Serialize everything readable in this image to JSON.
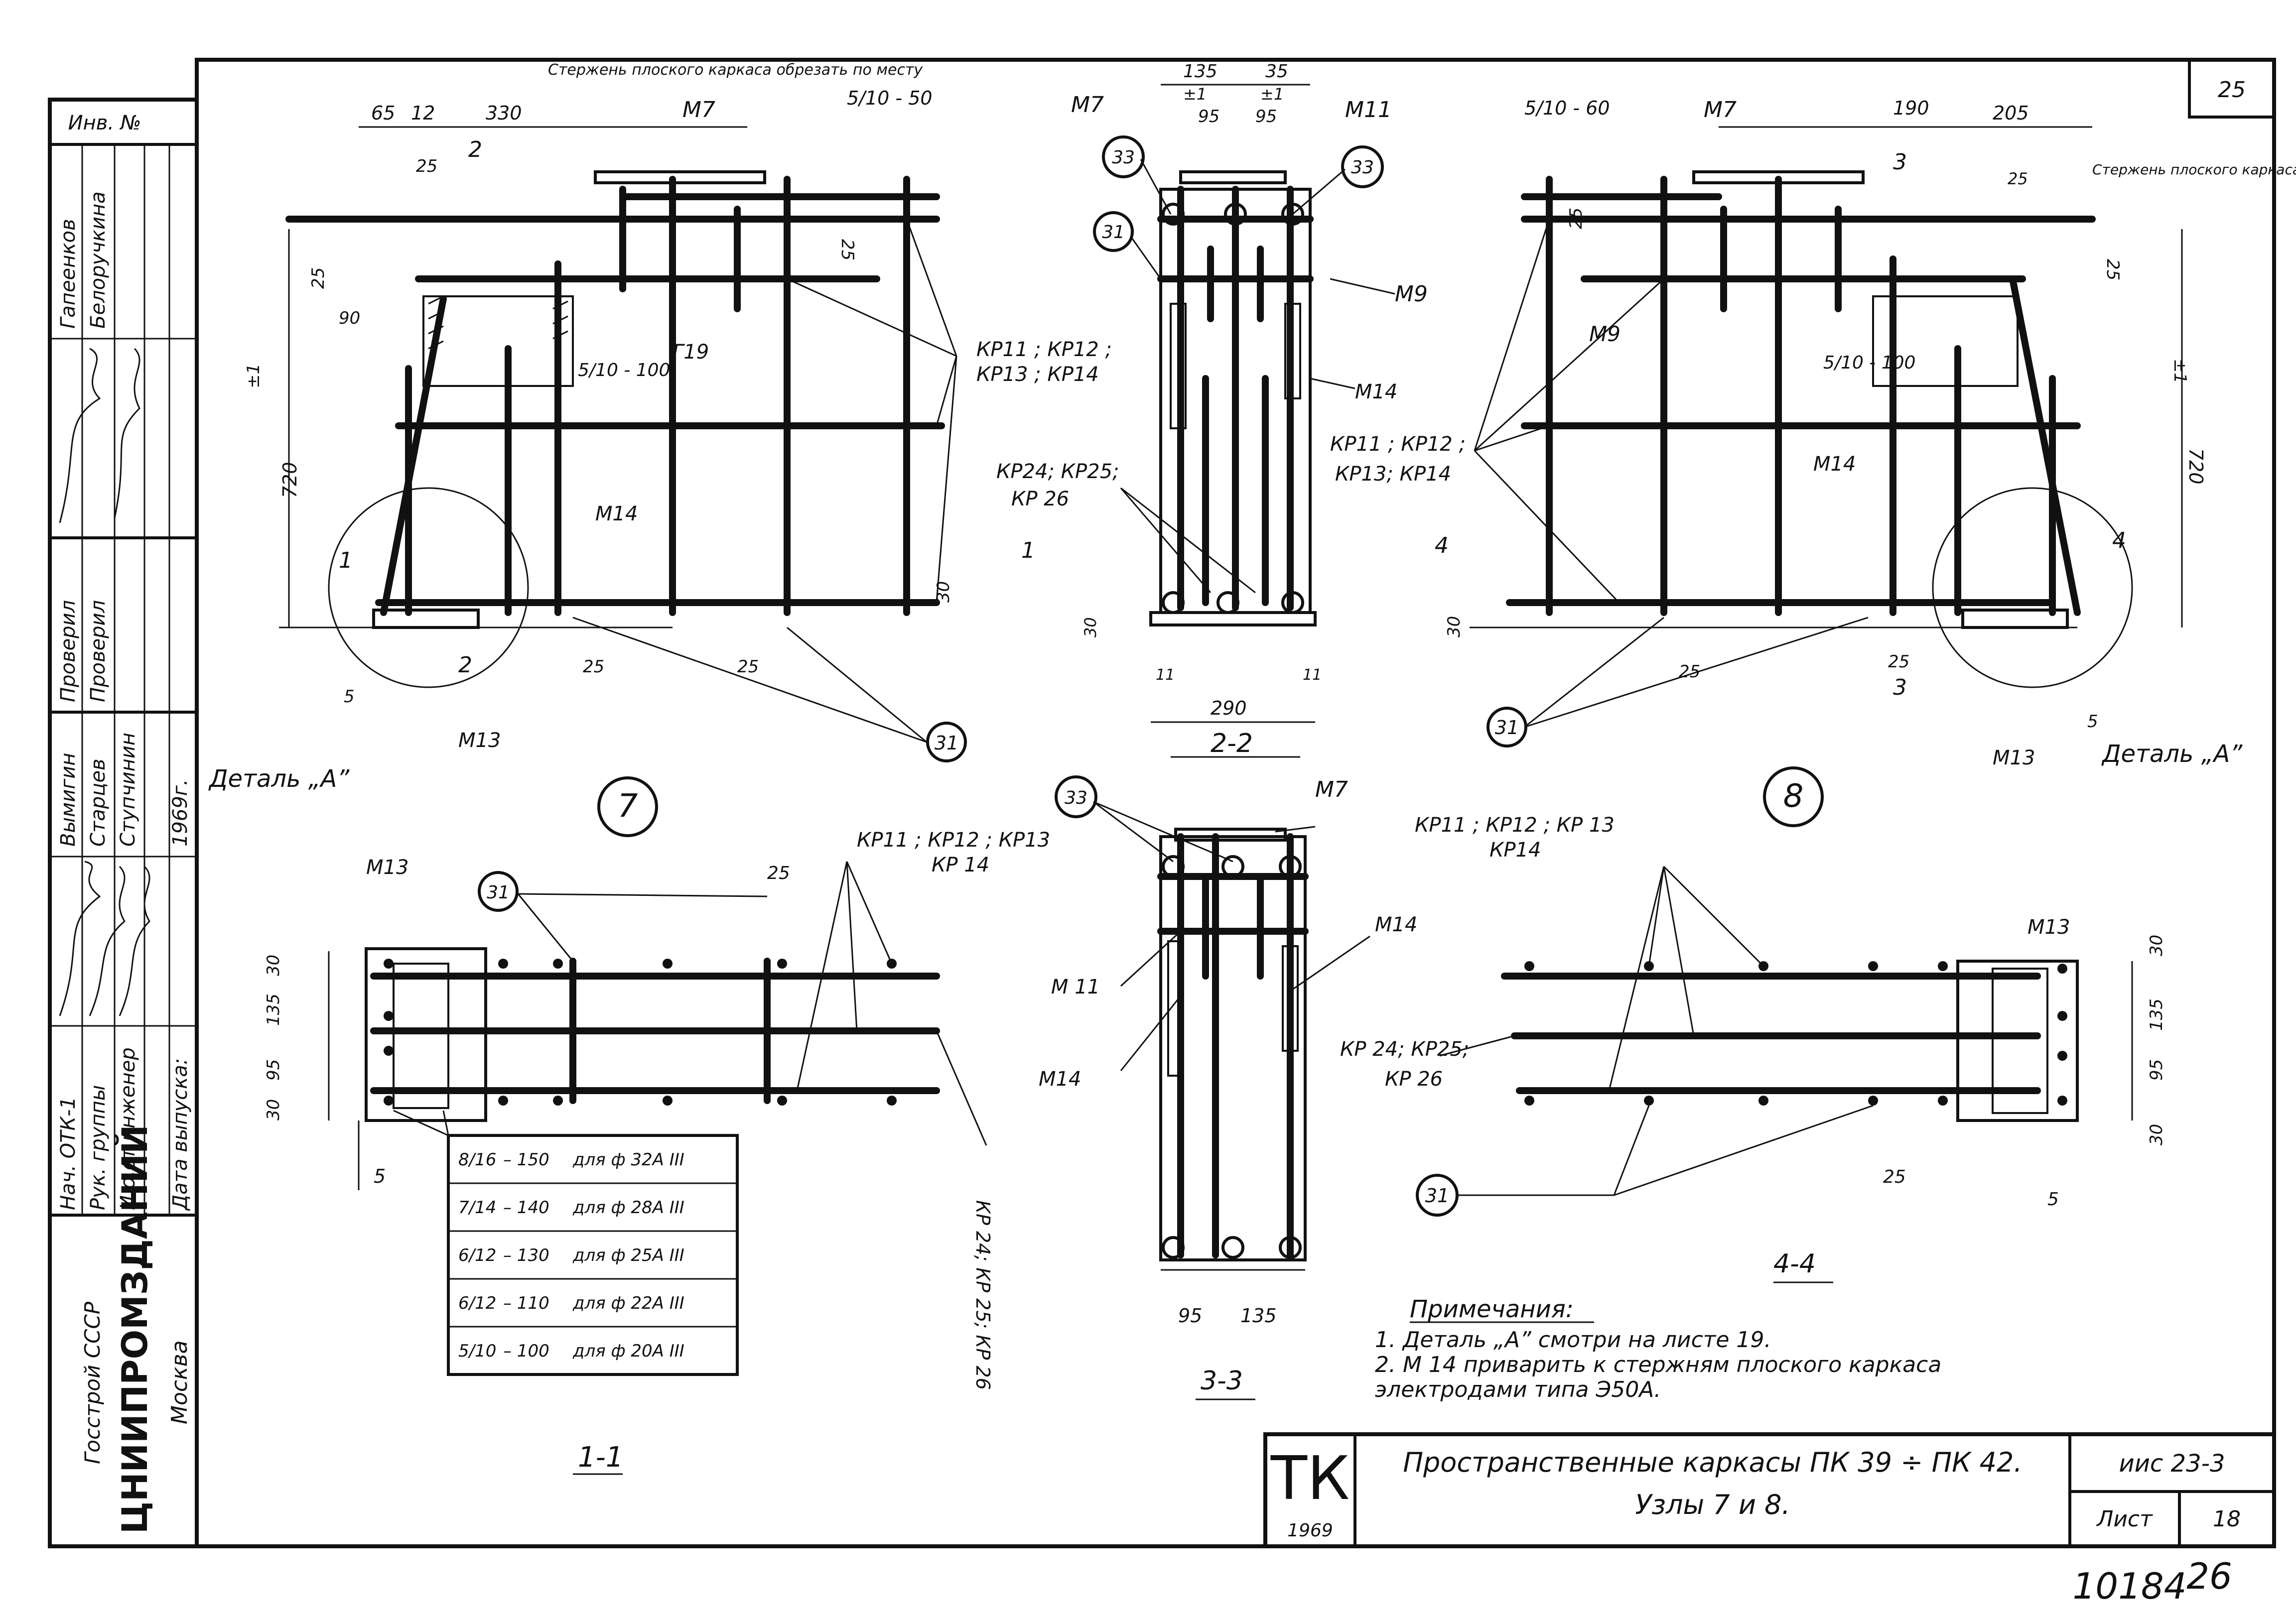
{
  "sheet": {
    "number": "25",
    "title_line1": "Пространственные каркасы ПК 39 ÷ ПК 42.",
    "title_line2": "Узлы 7 и 8.",
    "series": "иис 23-3",
    "sheet_label": "Лист",
    "sheet_number": "18",
    "logo_letters": "ТК",
    "logo_year": "1969",
    "archive_number": "10184",
    "archive_suffix": "26"
  },
  "side_stamp": {
    "inv_label": "Инв. №",
    "org_line1": "Госстрой СССР",
    "org_name": "ЦНИИПРОМЗДАНИЙ",
    "city": "Москва",
    "roles": [
      "Нач. ОТК-1",
      "Рук. группы",
      "И.о.ст.инженер",
      "Дата выпуска:"
    ],
    "names": [
      "Вымигин",
      "Старцев",
      "Ступчинин"
    ],
    "checkers": [
      "Проверил",
      "Проверил"
    ],
    "designers": [
      "Гапеенков",
      "Белоручкина"
    ],
    "year": "1969г."
  },
  "node7": {
    "number": "7",
    "dims_top": [
      "65",
      "12",
      "330"
    ],
    "label_m7": "М7",
    "spacing_top": "5/10 - 50",
    "dim_25a": "25",
    "section_2": "2",
    "dim_25b": "25",
    "dim_25c": "25",
    "dim_90": "90",
    "label_g19": "Г19",
    "spacing_mid": "5/10 - 100",
    "dim_720": "720",
    "dim_t1": "±1",
    "label_m14": "М14",
    "kr_labels": "КР11 ; КР12 ;",
    "kr_labels2": "КР13 ; КР14",
    "dim_30": "30",
    "section_1": "1",
    "dim_25d": "25",
    "dim_25e": "25",
    "dim_5": "5",
    "label_m13": "М13",
    "detail": "Деталь „А”",
    "mark_31": "31",
    "cut_note": "Стержень плоского каркаса обрезать по месту"
  },
  "section22": {
    "title": "2-2",
    "dims_top": [
      "135",
      "35"
    ],
    "dims_t1": [
      "±1",
      "±1"
    ],
    "dims_95": [
      "95",
      "95"
    ],
    "label_m7": "М7",
    "label_m11": "М11",
    "label_m9": "М9",
    "label_m14": "М14",
    "mark_33a": "33",
    "mark_33b": "33",
    "mark_31": "31",
    "kr_labels": "КР24; КР25;",
    "kr_labels2": "КР 26",
    "dim_30": "30",
    "dim_11a": "11",
    "dim_11b": "11",
    "dim_290": "290",
    "section_1": "1"
  },
  "node8": {
    "number": "8",
    "spacing_top": "5/10 - 60",
    "label_m7": "М7",
    "dims_top": [
      "190",
      "205"
    ],
    "section_3": "3",
    "dim_25a": "25",
    "dim_25b": "25",
    "dim_25c": "25",
    "label_m9": "М9",
    "spacing_mid": "5/10 - 100",
    "label_m14": "М14",
    "kr_labels": "КР11 ; КР12 ;",
    "kr_labels2": "КР13; КР14",
    "dim_720": "720",
    "dim_t1": "±1",
    "dim_30": "30",
    "section_4": "4",
    "dim_25d": "25",
    "dim_25e": "25",
    "dim_5": "5",
    "label_m13": "М13",
    "detail": "Деталь „А”",
    "mark_31": "31",
    "cut_note": "Стержень плоского каркаса обрезать по месту"
  },
  "section11": {
    "title": "1-1",
    "label_m13": "М13",
    "mark_31": "31",
    "dim_25": "25",
    "kr_labels": "КР11 ; КР12 ; КР13",
    "kr_labels2": "КР 14",
    "kr_vertical": "КР 24; КР 25; КР 26",
    "dims_left": [
      "30",
      "135",
      "95",
      "30"
    ],
    "dim_5": "5",
    "spacing_table": [
      {
        "spacing": "8/16",
        "step": "– 150",
        "text": "для ф 32А III"
      },
      {
        "spacing": "7/14",
        "step": "– 140",
        "text": "для ф 28А III"
      },
      {
        "spacing": "6/12",
        "step": "– 130",
        "text": "для ф 25А III"
      },
      {
        "spacing": "6/12",
        "step": "– 110",
        "text": "для ф 22А III"
      },
      {
        "spacing": "5/10",
        "step": "– 100",
        "text": "для ф 20А III"
      }
    ]
  },
  "section33": {
    "title": "3-3",
    "mark_33": "33",
    "label_m7": "М7",
    "label_m11": "М 11",
    "label_m14a": "М14",
    "label_m14b": "М14",
    "dims_bottom": [
      "95",
      "135"
    ]
  },
  "section44": {
    "title": "4-4",
    "kr_labels": "КР11 ; КР12 ; КР 13",
    "kr_labels2": "КР14",
    "kr_labels3": "КР 24; КР25;",
    "kr_labels4": "КР 26",
    "label_m13": "М13",
    "mark_31": "31",
    "dims_right": [
      "30",
      "135",
      "95",
      "30"
    ],
    "dim_25": "25",
    "dim_5": "5"
  },
  "notes": {
    "heading": "Примечания:",
    "items": [
      "1.  Деталь „А” смотри на листе 19.",
      "2.  М 14 приварить к стержням плоского каркаса",
      "     электродами типа Э50А."
    ]
  }
}
